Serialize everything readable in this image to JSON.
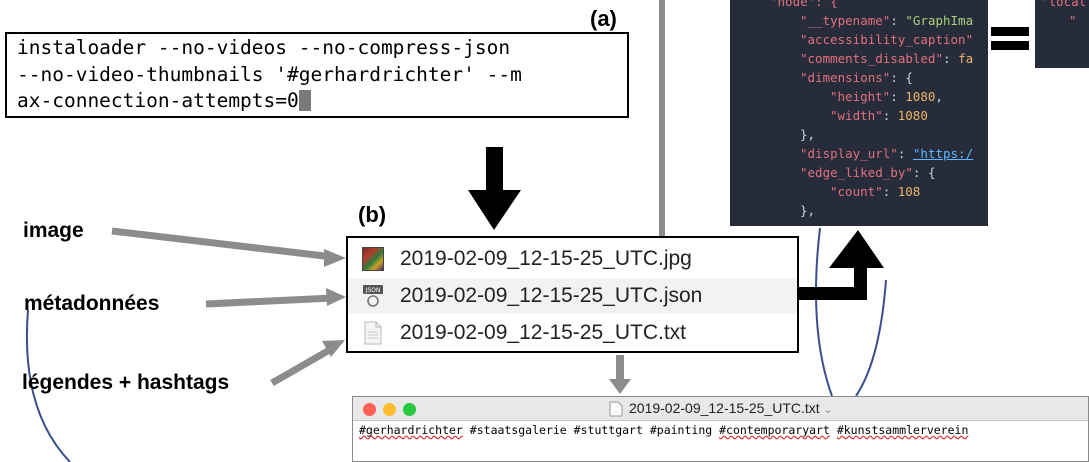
{
  "panel_labels": {
    "a": "(a)",
    "b": "(b)"
  },
  "terminal": {
    "lines": [
      "instaloader --no-videos --no-compress-json",
      "--no-video-thumbnails '#gerhardrichter' --m",
      "ax-connection-attempts=0"
    ]
  },
  "files": [
    {
      "name": "2019-02-09_12-15-25_UTC.jpg",
      "icon": "image-thumbnail-icon"
    },
    {
      "name": "2019-02-09_12-15-25_UTC.json",
      "icon": "json-file-icon"
    },
    {
      "name": "2019-02-09_12-15-25_UTC.txt",
      "icon": "text-file-icon"
    }
  ],
  "side_labels": {
    "image": "image",
    "metadata": "métadonnées",
    "captions": "légendes + hashtags"
  },
  "json_code": {
    "l1": "node\": {",
    "l2_key": "\"__typename\"",
    "l2_val": "\"GraphIma",
    "l3_key": "\"accessibility_caption\"",
    "l4_key": "\"comments_disabled\"",
    "l4_val": "fa",
    "l5_key": "\"dimensions\"",
    "l6_key": "\"height\"",
    "l6_val": "1080",
    "l7_key": "\"width\"",
    "l7_val": "1080",
    "l8": "},",
    "l9_key": "\"display_url\"",
    "l9_val": "\"https:/",
    "l10_key": "\"edge_liked_by\"",
    "l11_key": "\"count\"",
    "l11_val": "108",
    "l12": "},"
  },
  "json_code2": {
    "l1": "\"locat"
  },
  "txt_window": {
    "title": "2019-02-09_12-15-25_UTC.txt",
    "tags": [
      "#gerhardrichter",
      "#staatsgalerie",
      "#stuttgart",
      "#painting",
      "#contemporaryart",
      "#kunstsammlerverein"
    ]
  },
  "colors": {
    "arrow_gray": "#8c8c8c",
    "curve_blue": "#3b4f8c",
    "editor_bg": "#262c39",
    "close_dot": "#fe5f57",
    "min_dot": "#febc2e",
    "max_dot": "#28c840"
  }
}
